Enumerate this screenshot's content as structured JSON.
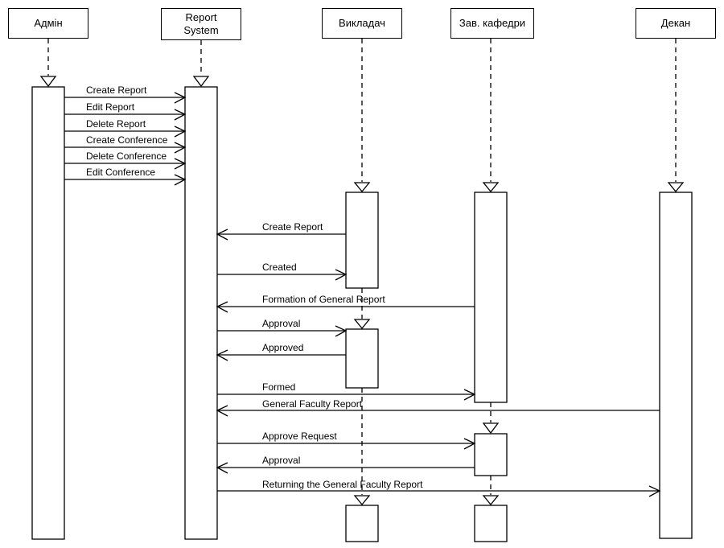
{
  "diagram": {
    "type": "uml-sequence",
    "colors": {
      "stroke": "#000000",
      "fill": "#ffffff",
      "text": "#000000"
    },
    "actors": [
      {
        "name": "Адмін"
      },
      {
        "name": "Report System"
      },
      {
        "name": "Викладач"
      },
      {
        "name": "Зав. кафедри"
      },
      {
        "name": "Декан"
      }
    ],
    "messages": [
      {
        "label": "Create Report",
        "from": "Адмін",
        "to": "Report System"
      },
      {
        "label": "Edit Report",
        "from": "Адмін",
        "to": "Report System"
      },
      {
        "label": "Delete Report",
        "from": "Адмін",
        "to": "Report System"
      },
      {
        "label": "Create Conference",
        "from": "Адмін",
        "to": "Report System"
      },
      {
        "label": "Delete Conference",
        "from": "Адмін",
        "to": "Report System"
      },
      {
        "label": "Edit Conference",
        "from": "Адмін",
        "to": "Report System"
      },
      {
        "label": "Create Report",
        "from": "Викладач",
        "to": "Report System"
      },
      {
        "label": "Created",
        "from": "Report System",
        "to": "Викладач"
      },
      {
        "label": "Formation of General Report",
        "from": "Зав. кафедри",
        "to": "Report System"
      },
      {
        "label": "Approval",
        "from": "Report System",
        "to": "Викладач"
      },
      {
        "label": "Approved",
        "from": "Викладач",
        "to": "Report System"
      },
      {
        "label": "Formed",
        "from": "Report System",
        "to": "Зав. кафедри"
      },
      {
        "label": "General Faculty Report",
        "from": "Декан",
        "to": "Report System"
      },
      {
        "label": "Approve Request",
        "from": "Report System",
        "to": "Зав. кафедри"
      },
      {
        "label": "Approval",
        "from": "Зав. кафедри",
        "to": "Report System"
      },
      {
        "label": "Returning the General Faculty Report",
        "from": "Report System",
        "to": "Декан"
      }
    ]
  }
}
